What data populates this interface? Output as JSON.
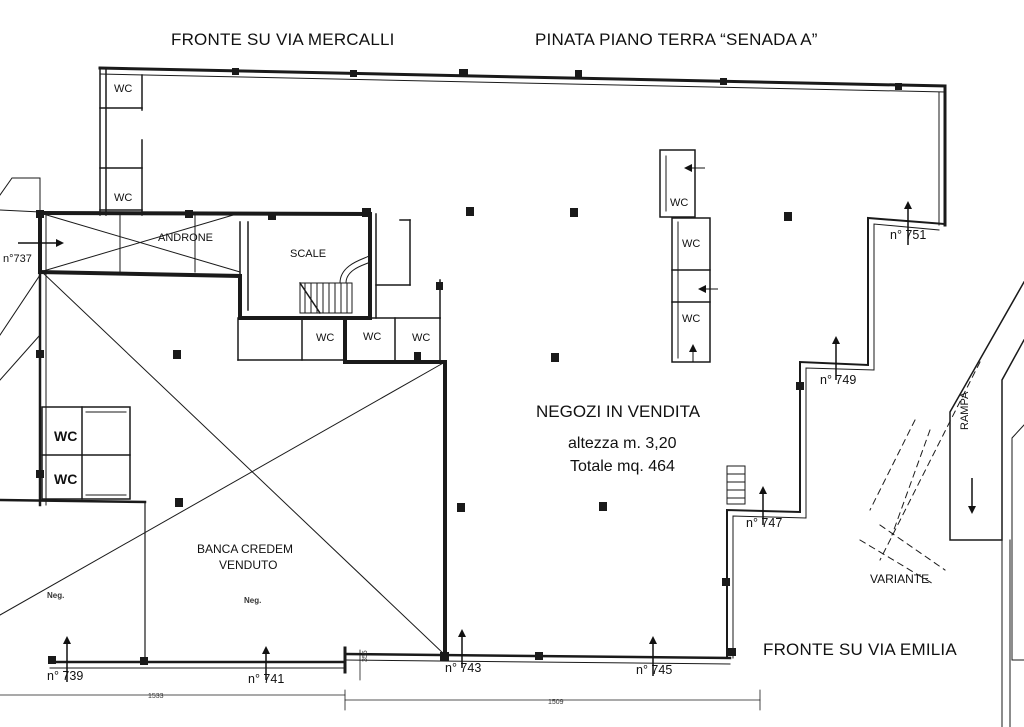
{
  "titles": {
    "front_top": "FRONTE SU VIA MERCALLI",
    "plan": "PINATA PIANO TERRA “SENADA A”",
    "front_bottom": "FRONTE SU VIA EMILIA"
  },
  "rooms": {
    "wc_1": "WC",
    "wc_2": "WC",
    "androne": "ANDRONE",
    "scale": "SCALE",
    "wc_3": "WC",
    "wc_4": "WC",
    "wc_5": "WC",
    "wc_left_1": "WC",
    "wc_left_2": "WC",
    "wc_center_1": "WC",
    "wc_center_2": "WC",
    "wc_center_3": "WC",
    "rampa": "RAMPA",
    "variante": "VARIANTE"
  },
  "shop": {
    "title": "NEGOZI IN VENDITA",
    "height": "altezza m. 3,20",
    "total": "Totale mq. 464"
  },
  "bank": {
    "line1": "BANCA CREDEM",
    "line2": "VENDUTO",
    "neg_1": "Neg.",
    "neg_2": "Neg."
  },
  "entrances": {
    "n737": "n°737",
    "n739": "n°  739",
    "n741": "n°  741",
    "n743": "n° 743",
    "n745": "n°  745",
    "n747": "n°  747",
    "n749": "n° 749",
    "n751": "n°  751"
  },
  "dimensions": {
    "d1533": "1533",
    "d1509": "1509",
    "d355": "355"
  }
}
